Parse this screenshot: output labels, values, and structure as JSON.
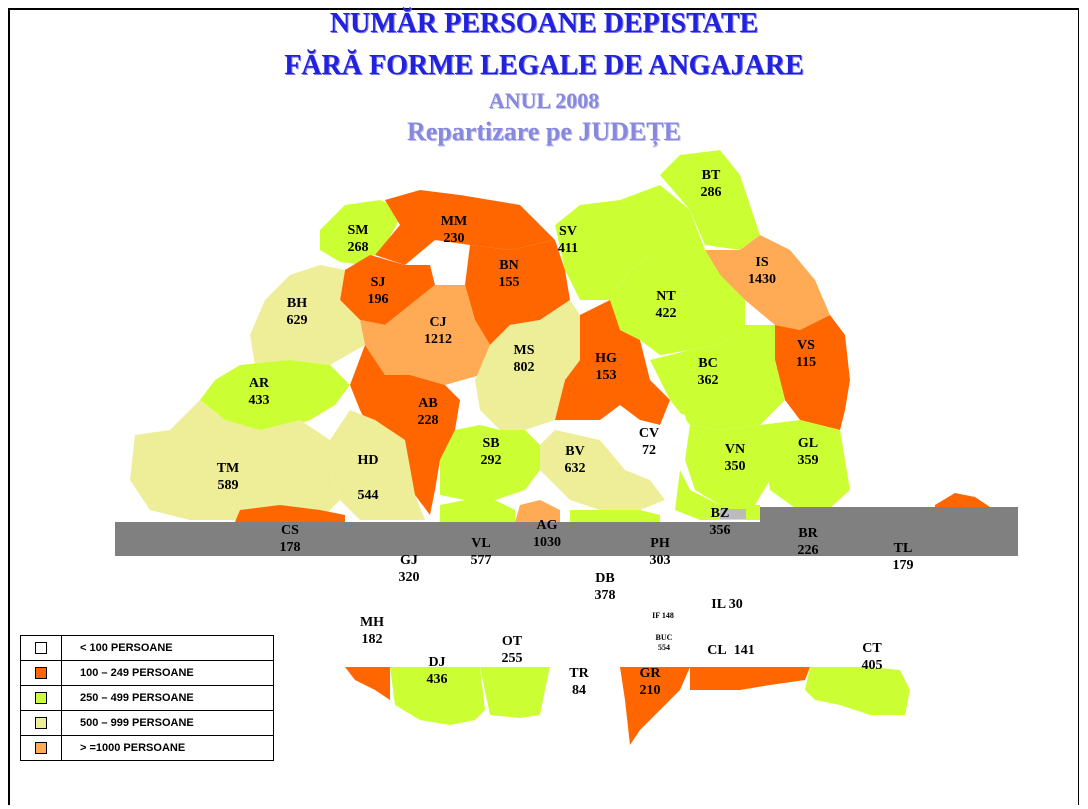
{
  "titles": {
    "line1": "NUMĂR PERSOANE DEPISTATE",
    "line2": "FĂRĂ FORME LEGALE DE ANGAJARE",
    "line3": "ANUL 2008",
    "line4": "Repartizare pe JUDEȚE"
  },
  "colors": {
    "white": "#ffffff",
    "orange_red": "#ff6600",
    "green": "#ccff33",
    "light_yellow": "#eeee99",
    "light_orange": "#ffaa55",
    "band_gray": "#808080"
  },
  "legend": [
    {
      "label": "< 100  PERSOANE",
      "color": "#ffffff"
    },
    {
      "label": "100 – 249  PERSOANE",
      "color": "#ff6600"
    },
    {
      "label": "250 – 499  PERSOANE",
      "color": "#ccff33"
    },
    {
      "label": "500 – 999  PERSOANE",
      "color": "#eeee99"
    },
    {
      "label": "> =1000  PERSOANE",
      "color": "#ffaa55"
    }
  ],
  "counties": [
    {
      "code": "BT",
      "value": "286"
    },
    {
      "code": "SM",
      "value": "268"
    },
    {
      "code": "MM",
      "value": "230"
    },
    {
      "code": "SV",
      "value": "411"
    },
    {
      "code": "SJ",
      "value": "196"
    },
    {
      "code": "BN",
      "value": "155"
    },
    {
      "code": "IS",
      "value": "1430"
    },
    {
      "code": "BH",
      "value": "629"
    },
    {
      "code": "CJ",
      "value": "1212"
    },
    {
      "code": "NT",
      "value": "422"
    },
    {
      "code": "MS",
      "value": "802"
    },
    {
      "code": "HG",
      "value": "153"
    },
    {
      "code": "VS",
      "value": "115"
    },
    {
      "code": "BC",
      "value": "362"
    },
    {
      "code": "AR",
      "value": "433"
    },
    {
      "code": "AB",
      "value": "228"
    },
    {
      "code": "CV",
      "value": "72"
    },
    {
      "code": "SB",
      "value": "292"
    },
    {
      "code": "HD",
      "value": "544"
    },
    {
      "code": "BV",
      "value": "632"
    },
    {
      "code": "VN",
      "value": "350"
    },
    {
      "code": "GL",
      "value": "359"
    },
    {
      "code": "TM",
      "value": "589"
    },
    {
      "code": "BZ",
      "value": "356"
    },
    {
      "code": "AG",
      "value": "1030"
    },
    {
      "code": "CS",
      "value": "178"
    },
    {
      "code": "VL",
      "value": "577"
    },
    {
      "code": "PH",
      "value": "303"
    },
    {
      "code": "BR",
      "value": "226"
    },
    {
      "code": "TL",
      "value": "179"
    },
    {
      "code": "GJ",
      "value": "320"
    },
    {
      "code": "DB",
      "value": "378"
    },
    {
      "code": "IL",
      "value": "30"
    },
    {
      "code": "MH",
      "value": "182"
    },
    {
      "code": "OT",
      "value": "255"
    },
    {
      "code": "CL",
      "value": "141"
    },
    {
      "code": "CT",
      "value": "405"
    },
    {
      "code": "DJ",
      "value": "436"
    },
    {
      "code": "TR",
      "value": "84"
    },
    {
      "code": "GR",
      "value": "210"
    }
  ],
  "small_labels": {
    "IF": "IF 148",
    "BUC_code": "BUC",
    "BUC_value": "554"
  }
}
